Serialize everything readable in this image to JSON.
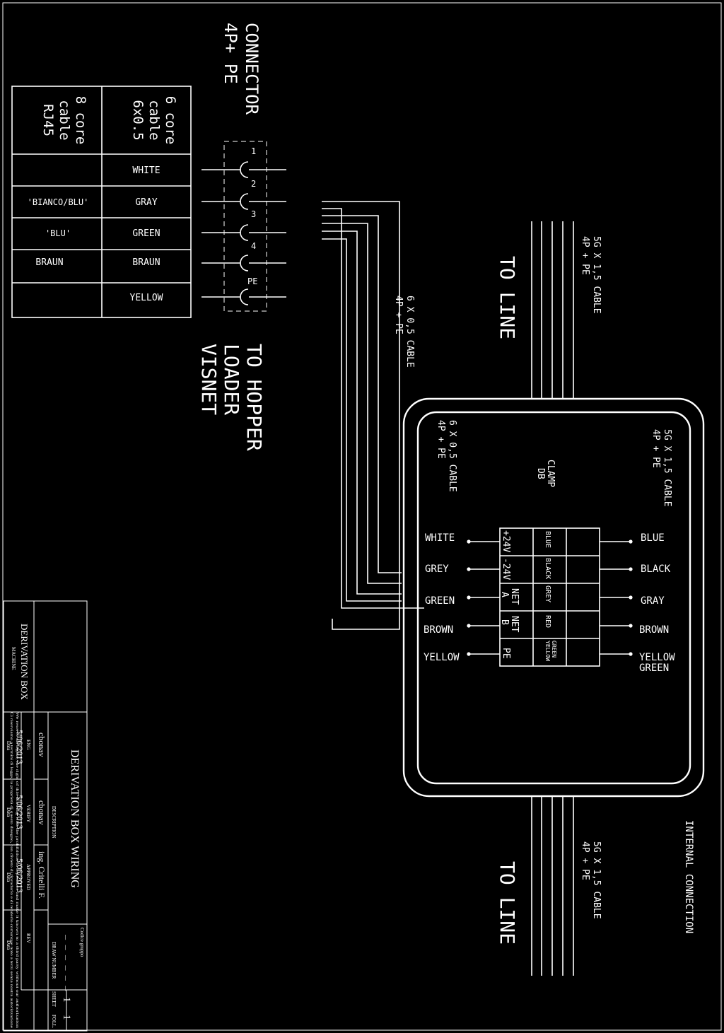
{
  "connector": {
    "title_1": "CONNECTOR",
    "title_2": "4P+ PE",
    "pins": [
      "1",
      "2",
      "3",
      "4",
      "PE"
    ]
  },
  "hopper": {
    "line1": "TO HOPPER",
    "line2": "LOADER",
    "line3": "VISNET"
  },
  "left_table": {
    "header_6": [
      "6 core",
      "cable",
      "6x0.5"
    ],
    "header_8": [
      "8 core",
      "cable",
      "RJ45"
    ],
    "rows": [
      {
        "six": "WHITE",
        "eight": ""
      },
      {
        "six": "GRAY",
        "eight": "'BIANCO/BLU'"
      },
      {
        "six": "GREEN",
        "eight": "'BLU'"
      },
      {
        "six": "BRAUN",
        "eight": "BRAUN"
      },
      {
        "six": "YELLOW",
        "eight": ""
      }
    ]
  },
  "cable_6x05": {
    "line1": "6 X 0,5 CABLE",
    "line2": "4P + PE"
  },
  "cable_5g_top": {
    "line1": "5G X 1,5 CABLE",
    "line2": "4P + PE"
  },
  "cable_5g_bottom": {
    "line1": "5G X 1,5 CABLE",
    "line2": "4P + PE"
  },
  "to_line": "TO LINE",
  "internal_connection": "INTERNAL CONNECTION",
  "box": {
    "cable_6_l1": "6 X 0,5 CABLE",
    "cable_6_l2": "4P + PE",
    "cable_5g_l1": "5G X 1,5 CABLE",
    "cable_5g_l2": "4P + PE",
    "clamp_l1": "CLAMP",
    "clamp_l2": "DB",
    "left_labels": [
      "WHITE",
      "GREY",
      "GREEN",
      "BROWN",
      "YELLOW"
    ],
    "right_labels": [
      "BLUE",
      "BLACK",
      "GRAY",
      "BROWN",
      "YELLOW",
      "GREEN"
    ],
    "clamp_signal": [
      "+24V",
      "-24V",
      "NET",
      "A",
      "NET",
      "B",
      "PE"
    ],
    "clamp_color": [
      "BLUE",
      "BLACK",
      "GREY",
      "RED",
      "YELLOW",
      "GREEN"
    ]
  },
  "title_block": {
    "machine": "DERIVATION BOX",
    "machine_label": "MACHINE",
    "description": "DERIVATION BOX WIRING",
    "description_label": "DESCRIPTION",
    "eng_name": "cbonav",
    "eng_label": "ENG",
    "eng_date": "5/06/2013",
    "eng_date_label": "Data",
    "verify_name": "cbonav",
    "verify_label": "VERIFY",
    "verify_date": "5/06/2013",
    "verify_date_label": "Data",
    "approved_name": "ing. Critelli F.",
    "approved_label": "APPROVED",
    "approved_date": "5/06/2013",
    "approved_date_label": "Data",
    "rev_label": "REV",
    "rev_date_label": "Data",
    "codice_label": "Codice gruppo",
    "draw_number": "_ _ _ _ _ _",
    "draw_number_label": "DRAW NUMBER",
    "sheet_label": "SHEET",
    "sheet": "1",
    "foll_label": "FOLL.",
    "foll": "1",
    "legal_1": "Ci riserviamo a termini di legge, la proprietà di questo disegno, con divieto di riprodurlo e di renderlo comunque noto a terzi senza nostra autorizzazione",
    "legal_2": "We reserve all rights, the right of this drawing with the prohibition to reproduce and make it known to a third party without our authorization"
  }
}
